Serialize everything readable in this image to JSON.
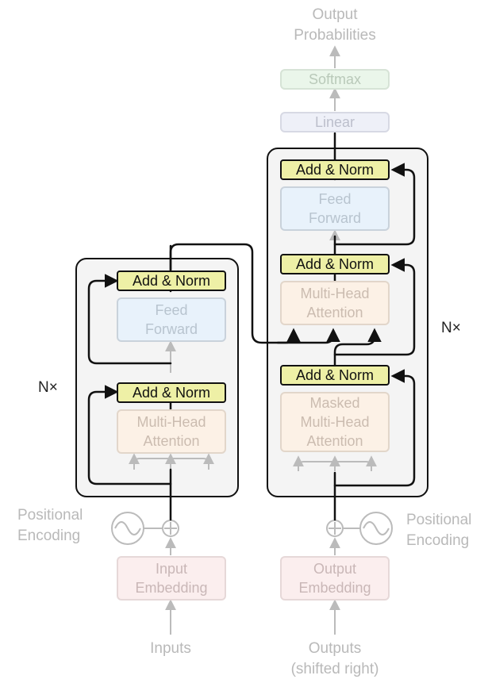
{
  "labels": {
    "output_probabilities": "Output\nProbabilities",
    "softmax": "Softmax",
    "linear": "Linear",
    "add_norm": "Add & Norm",
    "feed_forward": "Feed\nForward",
    "multi_head_attention": "Multi-Head\nAttention",
    "masked_multi_head_attention": "Masked\nMulti-Head\nAttention",
    "nx": "N×",
    "positional_encoding": "Positional\nEncoding",
    "input_embedding": "Input\nEmbedding",
    "output_embedding": "Output\nEmbedding",
    "inputs": "Inputs",
    "outputs": "Outputs\n(shifted right)"
  },
  "colors": {
    "add_norm_fill": "#eef0a6",
    "feed_forward_fill": "#e8f2fb",
    "attention_fill": "#fcf1e6",
    "embedding_fill": "#fbeeee",
    "linear_fill": "#eef0f8",
    "softmax_fill": "#eaf6ea",
    "muted_text": "#b9b9b9"
  }
}
